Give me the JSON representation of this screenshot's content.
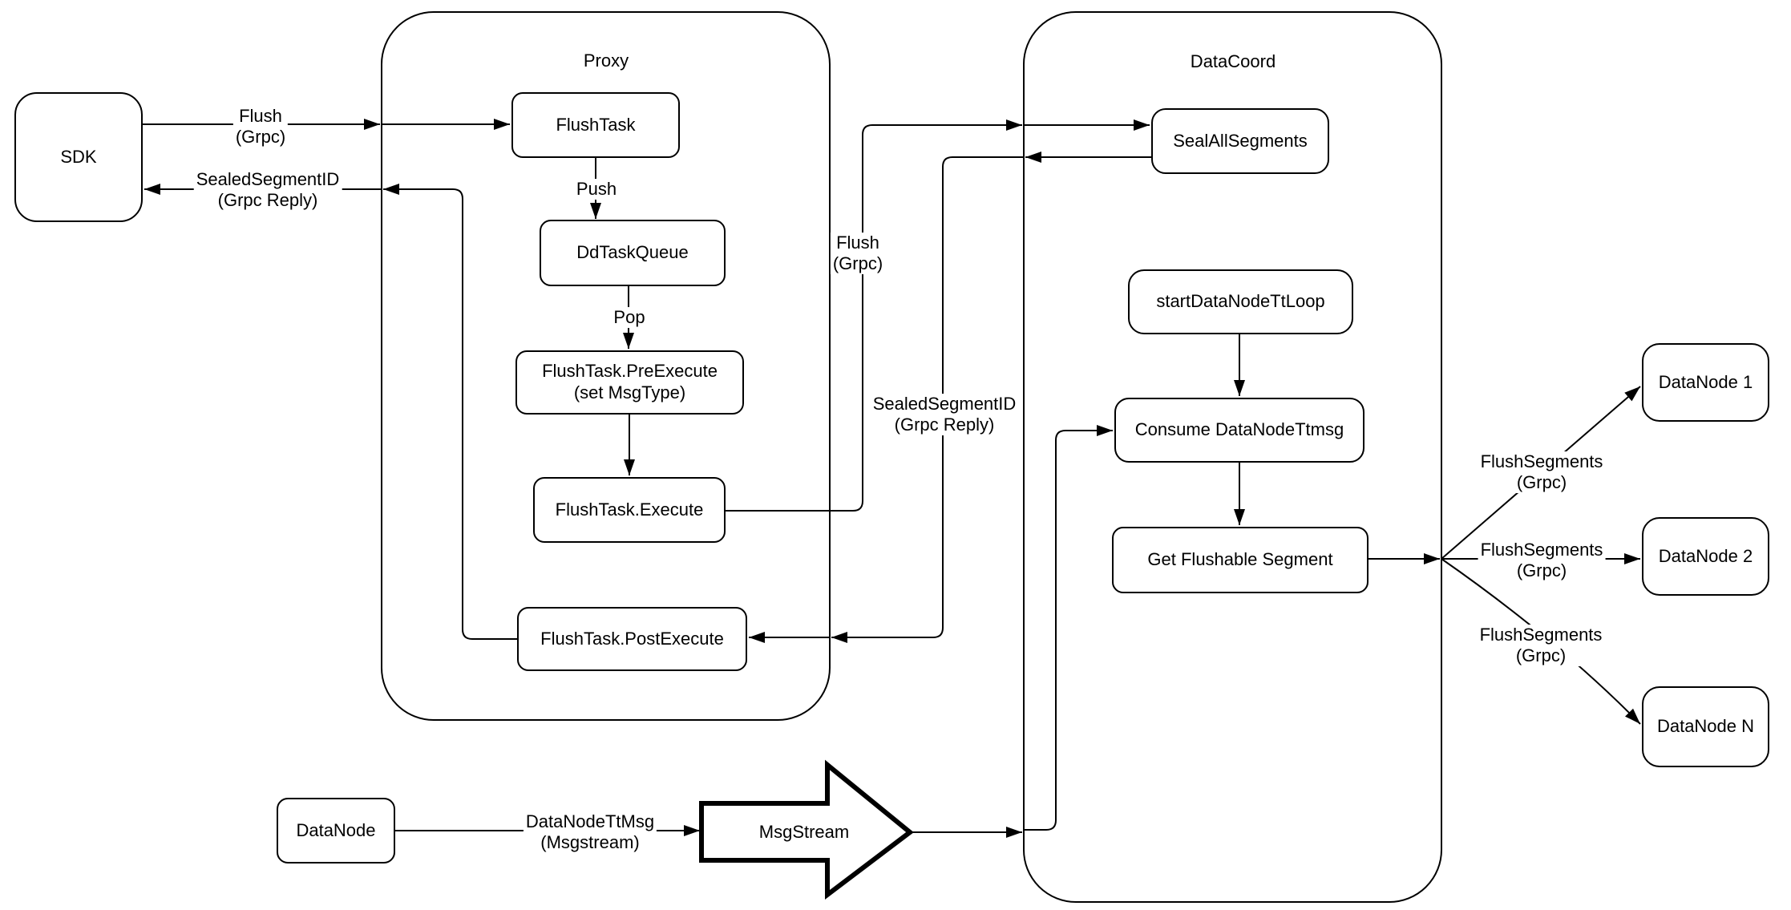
{
  "containers": {
    "proxy": {
      "label": "Proxy"
    },
    "datacoord": {
      "label": "DataCoord"
    }
  },
  "nodes": {
    "sdk": {
      "label": "SDK"
    },
    "flush_task": {
      "label": "FlushTask"
    },
    "dd_task_queue": {
      "label": "DdTaskQueue"
    },
    "pre_execute": {
      "label": "FlushTask.PreExecute\n(set MsgType)"
    },
    "execute": {
      "label": "FlushTask.Execute"
    },
    "post_execute": {
      "label": "FlushTask.PostExecute"
    },
    "seal_all_segments": {
      "label": "SealAllSegments"
    },
    "start_tt_loop": {
      "label": "startDataNodeTtLoop"
    },
    "consume_ttmsg": {
      "label": "Consume DataNodeTtmsg"
    },
    "get_flushable": {
      "label": "Get Flushable Segment"
    },
    "datanode_1": {
      "label": "DataNode 1"
    },
    "datanode_2": {
      "label": "DataNode 2"
    },
    "datanode_n": {
      "label": "DataNode N"
    },
    "datanode": {
      "label": "DataNode"
    },
    "msgstream": {
      "label": "MsgStream"
    }
  },
  "edge_labels": {
    "flush_grpc_left": {
      "text": "Flush\n(Grpc)"
    },
    "sealed_reply_left": {
      "text": "SealedSegmentID\n(Grpc Reply)"
    },
    "push": {
      "text": "Push"
    },
    "pop": {
      "text": "Pop"
    },
    "flush_grpc_mid": {
      "text": "Flush\n(Grpc)"
    },
    "sealed_reply_mid": {
      "text": "SealedSegmentID\n(Grpc Reply)"
    },
    "flush_segments_1": {
      "text": "FlushSegments\n(Grpc)"
    },
    "flush_segments_2": {
      "text": "FlushSegments\n(Grpc)"
    },
    "flush_segments_3": {
      "text": "FlushSegments\n(Grpc)"
    },
    "datanode_tt_msg": {
      "text": "DataNodeTtMsg\n(Msgstream)"
    }
  },
  "colors": {
    "stroke": "#000000",
    "fill": "#ffffff"
  }
}
